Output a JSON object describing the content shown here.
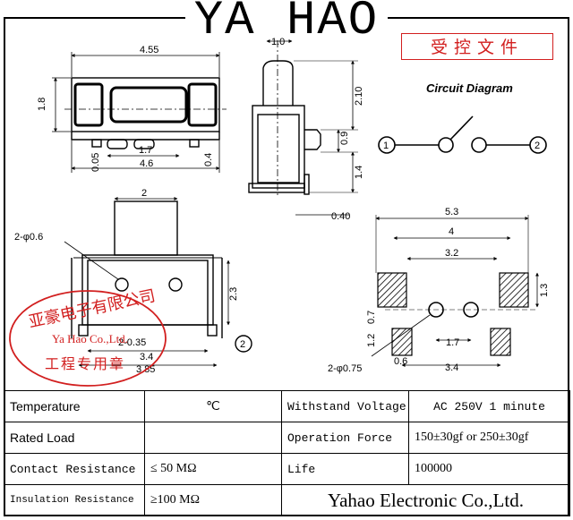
{
  "header": {
    "title": "YA HAO",
    "controlled_stamp": "受控文件"
  },
  "circuit": {
    "title": "Circuit Diagram",
    "terminal_1": "1",
    "terminal_2": "2"
  },
  "dims": {
    "top_width": "4.55",
    "top_height": "1.8",
    "lead_space": "1.7",
    "overall_width": "4.6",
    "lead_thk": "0.05",
    "lead_h": "0.4",
    "side_actuator": "1.0",
    "side_h1": "2.10",
    "side_h2": "0.9",
    "side_h3": "1.4",
    "side_base": "0.40",
    "front_knob": "2",
    "front_hole": "2-φ0.6",
    "front_h": "2.3",
    "front_w1": "2-0.35",
    "front_w2": "3.4",
    "front_w3": "3.85",
    "pcb_w1": "5.3",
    "pcb_w2": "4",
    "pcb_w3": "3.2",
    "pcb_pad_h": "1.3",
    "pcb_gap": "0.7",
    "pcb_h": "1.2",
    "pcb_hole_gap": "1.7",
    "pcb_hole": "2-φ0.75",
    "pcb_pad_w": "0.6",
    "pcb_pad_span": "3.4"
  },
  "seal": {
    "line1": "亚豪电子有限公司",
    "line2": "Ya Hao Co.,Ltd.",
    "line3": "工程专用章"
  },
  "specs": {
    "temperature_label": "Temperature",
    "temperature_value": "℃",
    "withstand_label": "Withstand Voltage",
    "withstand_value": "AC 250V 1 minute",
    "rated_label": "Rated Load",
    "rated_value": "",
    "force_label": "Operation Force",
    "force_value": "150±30gf or 250±30gf",
    "contact_label": "Contact Resistance",
    "contact_value": "≤ 50 MΩ",
    "life_label": "Life",
    "life_value": "100000",
    "insulation_label": "Insulation Resistance",
    "insulation_value": "≥100 MΩ",
    "company": "Yahao Electronic Co.,Ltd."
  },
  "colors": {
    "ink": "#000000",
    "stamp_red": "#d21f1f",
    "hatch": "#000000"
  }
}
